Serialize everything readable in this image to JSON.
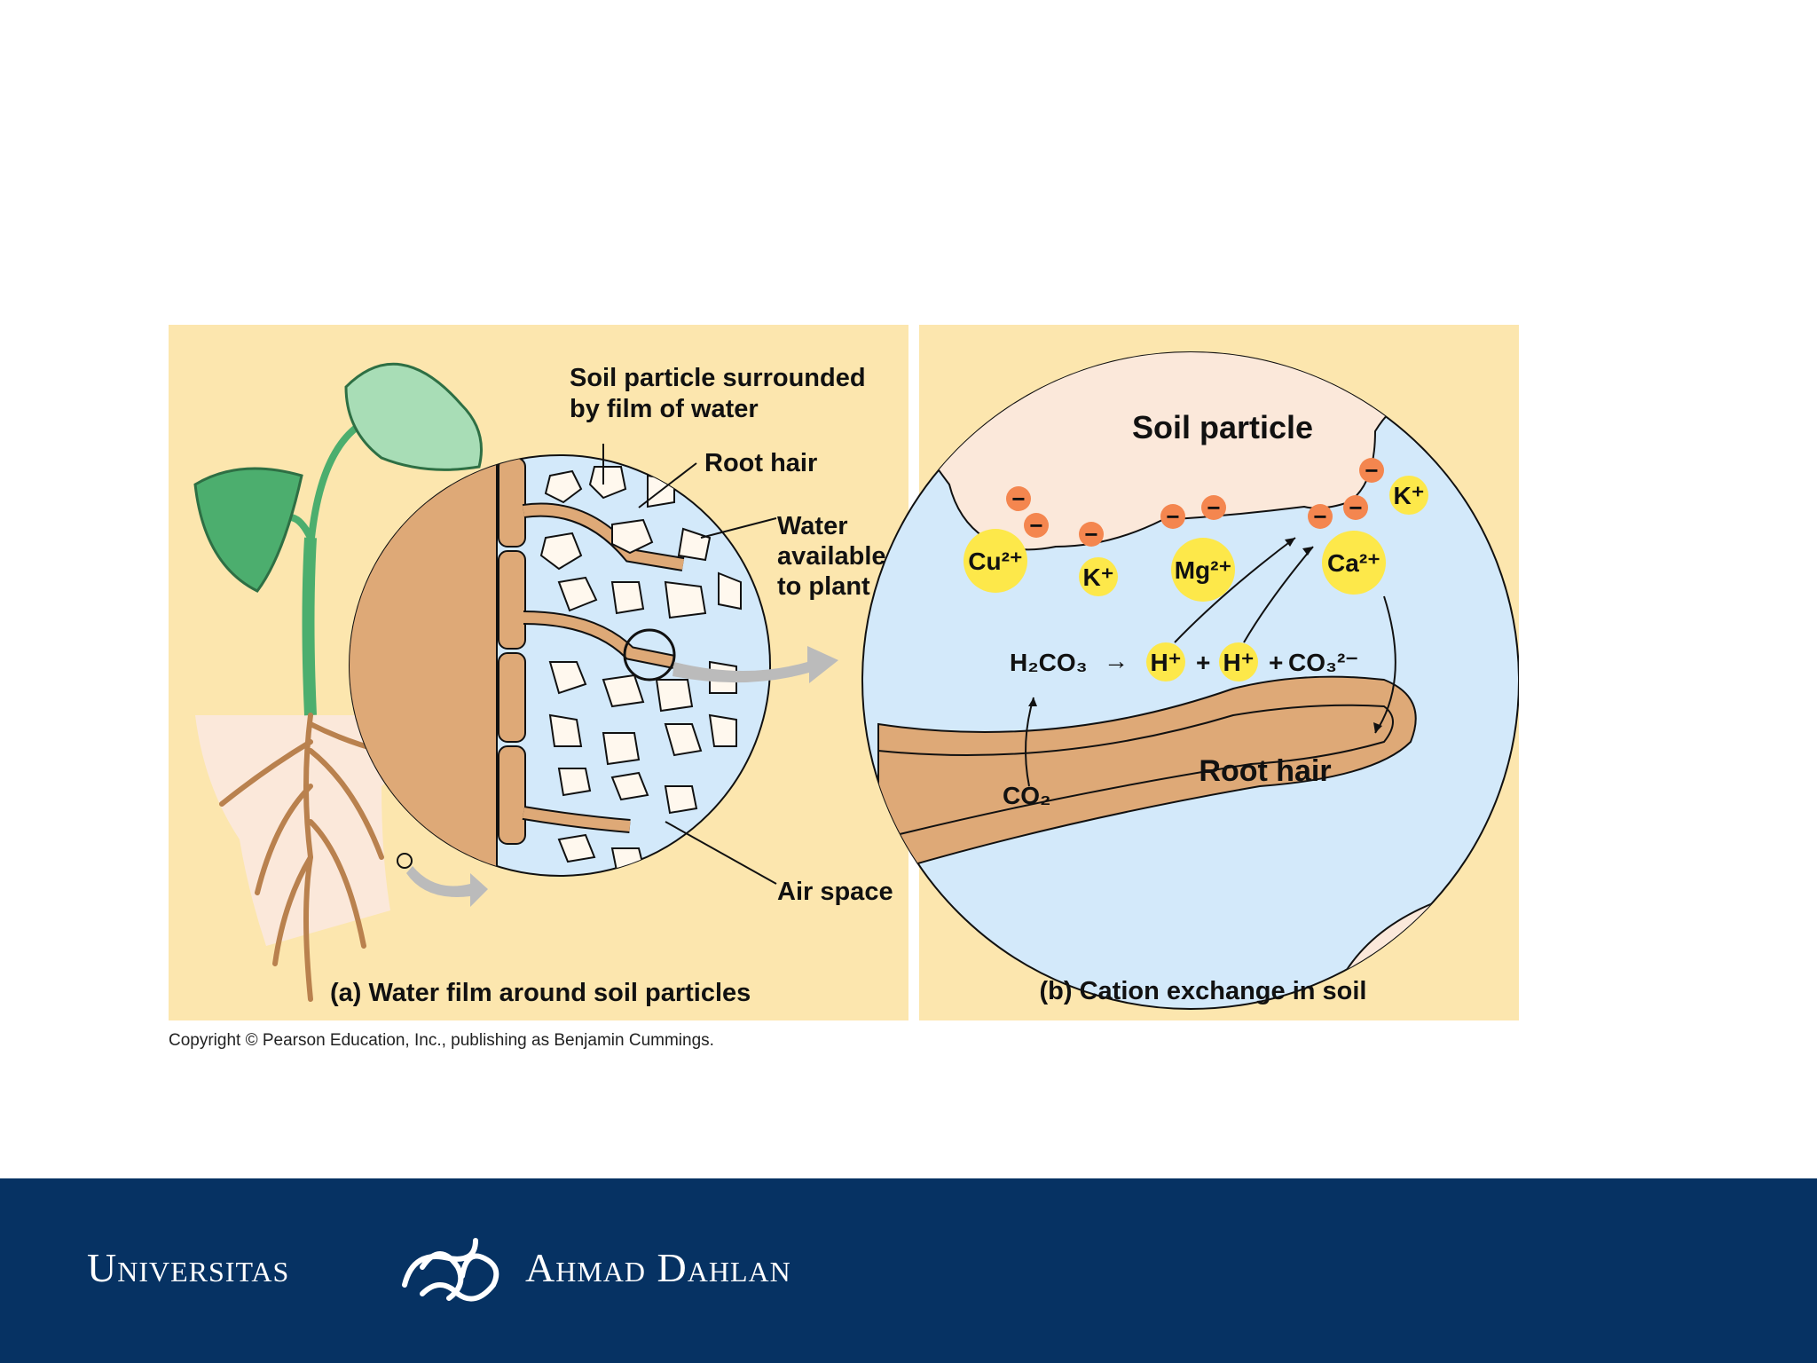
{
  "panel_a": {
    "label_soil_particle_line1": "Soil particle surrounded",
    "label_soil_particle_line2": "by film of water",
    "label_root_hair": "Root hair",
    "label_water_line1": "Water",
    "label_water_line2": "available",
    "label_water_line3": "to plant",
    "label_air_space": "Air space",
    "caption": "(a) Water film around soil particles"
  },
  "panel_b": {
    "label_soil_particle": "Soil particle",
    "label_root_hair": "Root hair",
    "caption": "(b) Cation exchange in soil",
    "ions": {
      "k_top": "K⁺",
      "cu": "Cu²⁺",
      "k_mid": "K⁺",
      "mg": "Mg²⁺",
      "ca": "Ca²⁺",
      "h1": "H⁺",
      "h2": "H⁺"
    },
    "equation": {
      "h2co3": "H₂CO₃",
      "arrow": "→",
      "plus1": "+",
      "plus2": "+",
      "co3": "CO₃²⁻"
    },
    "co2": "CO₂",
    "negative_charge": "−"
  },
  "copyright": "Copyright © Pearson Education, Inc., publishing as Benjamin Cummings.",
  "footer": {
    "brand_left": "Universitas",
    "brand_right": "Ahmad Dahlan"
  },
  "colors": {
    "panel_bg": "#FCE6AE",
    "water": "#D3E9FA",
    "root": "#DEA977",
    "soil_particle": "#FBE8DA",
    "ion_yellow": "#FDE84A",
    "neg_charge": "#F4864F",
    "leaf": "#4CAE6E",
    "footer": "#063263"
  }
}
